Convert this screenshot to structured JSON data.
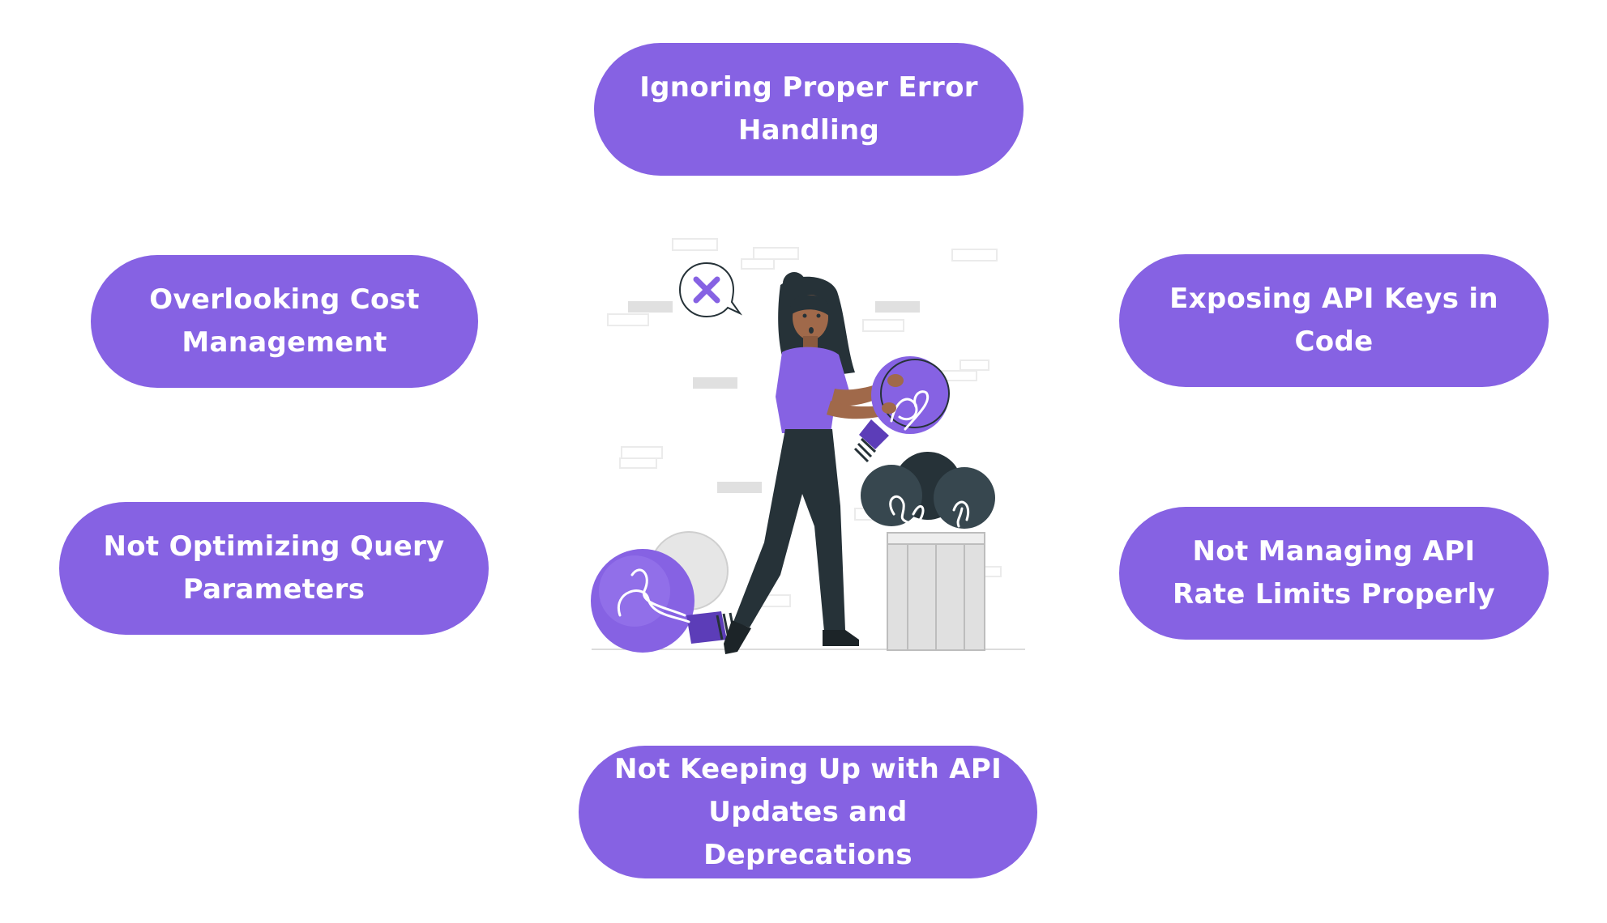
{
  "items": {
    "top": "Ignoring Proper Error Handling",
    "left_top": "Overlooking Cost Management",
    "right_top": "Exposing API Keys in Code",
    "left_bottom": "Not Optimizing Query Parameters",
    "right_bottom": "Not Managing API Rate Limits Properly",
    "bottom": "Not Keeping Up with API Updates and Deprecations"
  },
  "colors": {
    "pill": "#8662e3",
    "text": "#ffffff",
    "illustration_accent": "#8662e3",
    "illustration_dark": "#263238"
  },
  "illustration": {
    "subject": "woman holding lightbulb with error bubble",
    "icon": "close-icon"
  }
}
